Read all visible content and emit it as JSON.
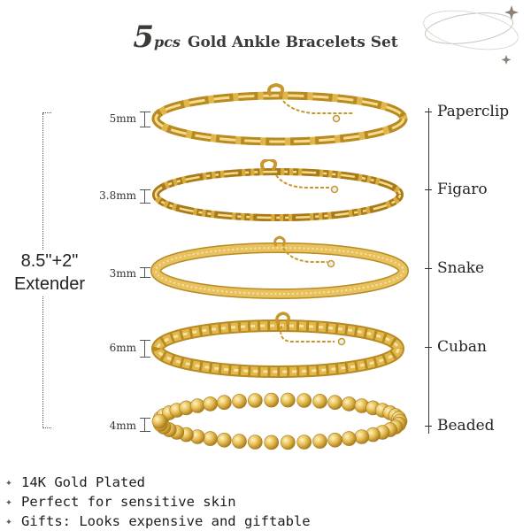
{
  "title": {
    "count": "5",
    "pcs": "pcs",
    "rest": "Gold Ankle Bracelets Set"
  },
  "length": {
    "line1": "8.5\"+2\"",
    "line2": "Extender"
  },
  "bracelets": [
    {
      "name": "Paperclip",
      "size": "5mm"
    },
    {
      "name": "Figaro",
      "size": "3.8mm"
    },
    {
      "name": "Snake",
      "size": "3mm"
    },
    {
      "name": "Cuban",
      "size": "6mm"
    },
    {
      "name": "Beaded",
      "size": "4mm"
    }
  ],
  "features": [
    {
      "icon": "sparkle-icon",
      "text": "14K Gold Plated"
    },
    {
      "icon": "sparkle-icon",
      "text": "Perfect for sensitive skin"
    },
    {
      "icon": "sparkle-icon",
      "text": "Gifts: Looks expensive and giftable"
    }
  ],
  "colors": {
    "gold": "#e0b64a",
    "gold_dark": "#b88a22",
    "gold_light": "#f6dc8c"
  }
}
